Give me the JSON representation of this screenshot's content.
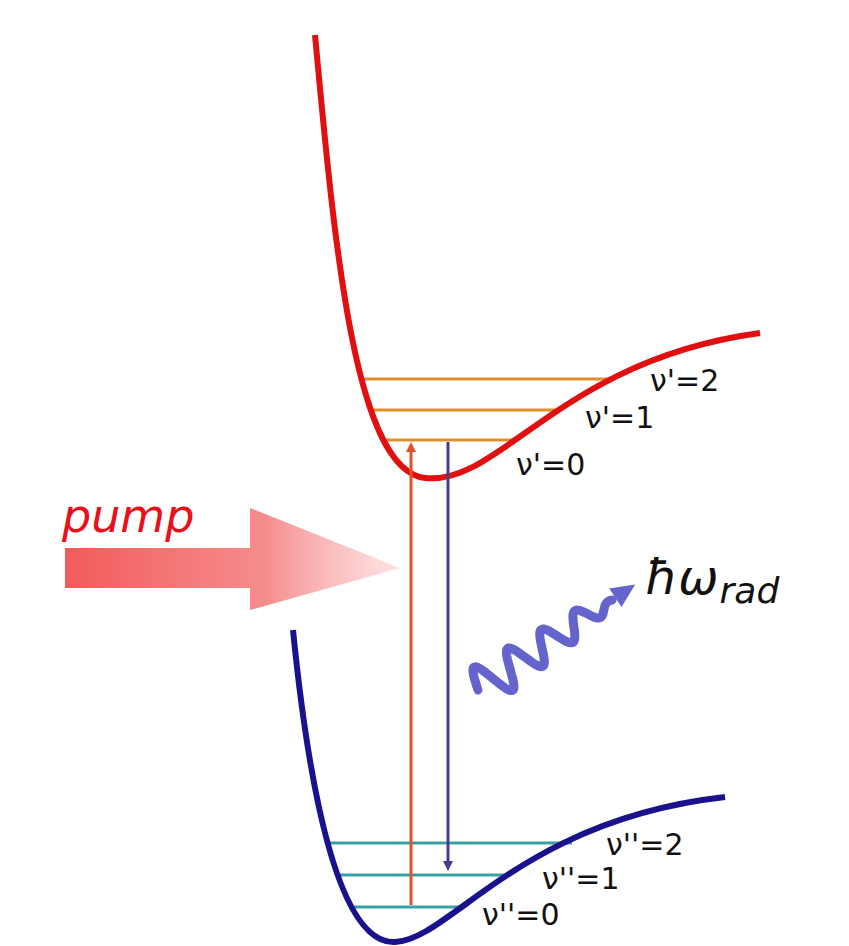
{
  "diagram": {
    "labels": [
      "ν'=2",
      "ν'=1",
      "ν'=0",
      "pump",
      "ħω",
      "rad",
      "ν''=2",
      "ν''=1",
      "ν''=0"
    ]
  }
}
